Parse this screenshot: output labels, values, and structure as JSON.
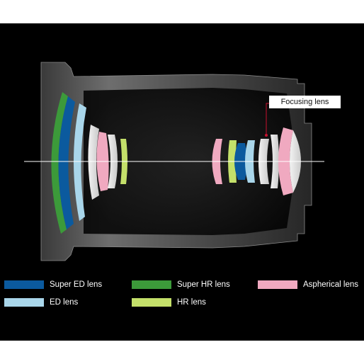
{
  "callout": {
    "label": "Focusing lens"
  },
  "legend": [
    {
      "label": "Super ED lens",
      "color": "#0b5a9e"
    },
    {
      "label": "Super HR lens",
      "color": "#3c9a3a"
    },
    {
      "label": "Aspherical lens",
      "color": "#f0a9c0"
    },
    {
      "label": "ED lens",
      "color": "#a9d6ea"
    },
    {
      "label": "HR lens",
      "color": "#c4e06a"
    }
  ],
  "colors": {
    "background": "#000000",
    "barrel": "#5a5a5a",
    "axis": "#ffffff",
    "standard_lens": "#ffffff",
    "callout_line": "#c8102e"
  }
}
